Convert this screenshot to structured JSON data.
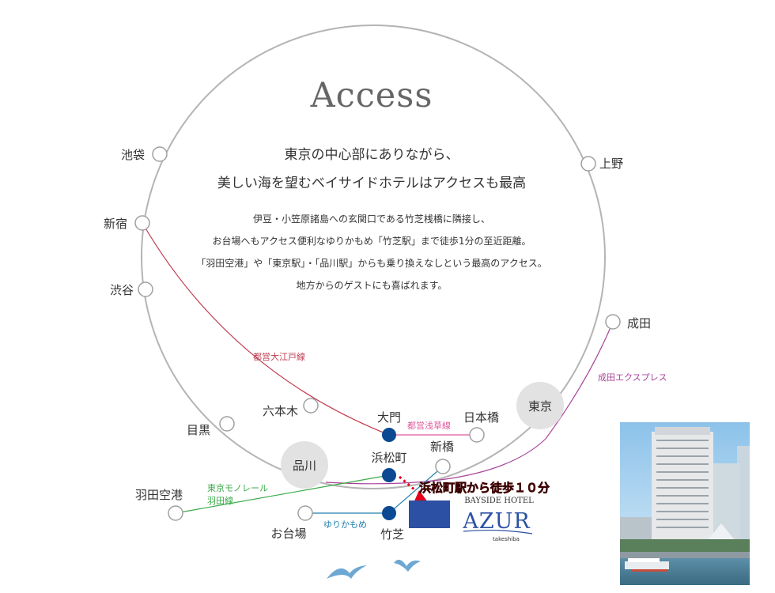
{
  "title": "Access",
  "headline": [
    "東京の中心部にありながら、",
    "美しい海を望むベイサイドホテルはアクセスも最高"
  ],
  "body": [
    "伊豆・小笠原諸島への玄関口である竹芝桟橋に隣接し、",
    "お台場へもアクセス便利なゆりかもめ「竹芝駅」まで徒歩1分の至近距離。",
    "「羽田空港」や「東京駅」・「品川駅」からも乗り換えなしという最高のアクセス。",
    "地方からのゲストにも喜ばれます。"
  ],
  "stations": {
    "ikebukuro": "池袋",
    "shinjuku": "新宿",
    "shibuya": "渋谷",
    "meguro": "目黒",
    "roppongi": "六本木",
    "ueno": "上野",
    "narita": "成田",
    "nihonbashi": "日本橋",
    "daimon": "大門",
    "hamamatsucho": "浜松町",
    "shimbashi": "新橋",
    "takeshiba": "竹芝",
    "odaiba": "お台場",
    "haneda": "羽田空港",
    "shinagawa": "品川",
    "tokyo": "東京"
  },
  "lines": {
    "oedo": "都営大江戸線",
    "asakusa": "都営浅草線",
    "narita_express": "成田エクスプレス",
    "monorail": [
      "東京モノレール",
      "羽田線"
    ],
    "yurikamome": "ゆりかもめ"
  },
  "walk_note": "浜松町駅から徒歩１０分",
  "hotel": {
    "kicker": "BAYSIDE HOTEL",
    "name": "AZUR",
    "sub": "takeshiba"
  },
  "colors": {
    "ring": "#b4b4b4",
    "oedo": "#c03a4e",
    "asakusa": "#e0589c",
    "narita_express": "#a9449a",
    "monorail": "#3aaa48",
    "yurikamome": "#1e7fae",
    "station_fill": "#0b4a92",
    "hub": "#e2e2e2",
    "note_red": "#e3001b",
    "hotel_blue": "#2c50a3"
  }
}
